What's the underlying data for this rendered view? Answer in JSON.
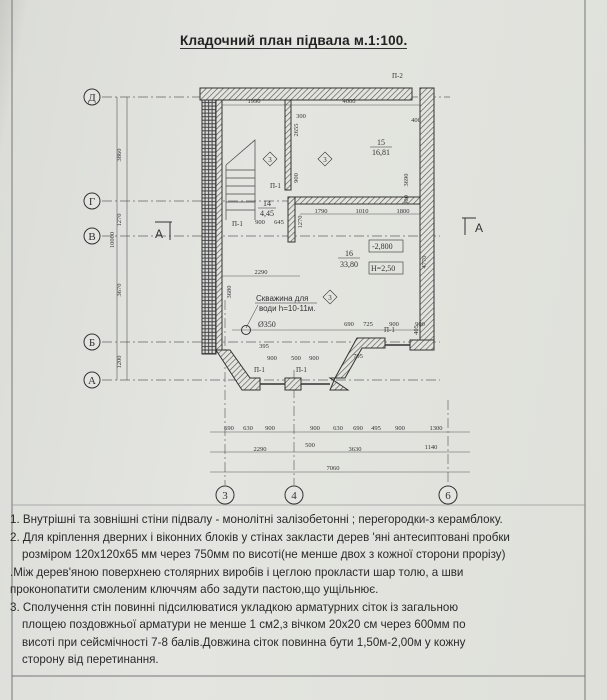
{
  "title": "Кладочний план підвала м.1:100.",
  "axes": {
    "horizontal": [
      "Д",
      "Г",
      "В",
      "Б",
      "А"
    ],
    "vertical": [
      "3",
      "4",
      "6"
    ]
  },
  "section": {
    "label_left": "А",
    "label_right": "А"
  },
  "rooms": [
    {
      "number": "14",
      "area": "4,45"
    },
    {
      "number": "15",
      "area": "16,81"
    },
    {
      "number": "16",
      "area": "33,80"
    }
  ],
  "level_mark": "-2,800",
  "height_mark": "H=2,50",
  "marker": "3",
  "lintels": {
    "p1": "П-1",
    "p2": "П-2"
  },
  "well": {
    "line1": "Скважина для",
    "line2": "води h=10-11м.",
    "diameter": "Ø350"
  },
  "dims": {
    "top": [
      "1990",
      "4000",
      "400",
      "300",
      "1790",
      "1010",
      "1800",
      "900",
      "645"
    ],
    "left": [
      "3860",
      "1270",
      "3670",
      "1200",
      "10000"
    ],
    "inner_v": [
      "2655",
      "900",
      "1270",
      "3680",
      "4770",
      "3690",
      "300",
      "405"
    ],
    "inner_h": [
      "2290",
      "690",
      "725",
      "900",
      "900",
      "395",
      "900",
      "500",
      "900",
      "795"
    ],
    "bottom_row1": [
      "690",
      "630",
      "900",
      "900",
      "630",
      "690",
      "495",
      "900",
      "1300"
    ],
    "bottom_row2": [
      "2290",
      "500",
      "3630",
      "1140"
    ],
    "total": "7060"
  },
  "notes": [
    "1. Внутрішні та зовнішні стіни підвалу  - монолітні залізобетонні ; перегородки-з керамблоку.",
    "2. Для кріплення дверних і віконних блоків у стінах закласти дерев 'яні антесиптовані пробки",
    "розміром 120х120х65 мм через 750мм по висоті(не менше двох з кожної сторони прорізу)",
    ".Між дерев'яною поверхнею столярних виробів і цеглою прокласти шар толю, а шви",
    "проконопатити смоленим ключчям або задути пастою,що ущільнює.",
    "3. Сполучення стін повинні підсилюватися укладкою арматурних сіток із загальною",
    "площею поздовжньої арматури не менше 1 см2,з вічком 20х20 см через 600мм по",
    "висоті при сейсмічності 7-8 балів.Довжина сіток повинна бути 1,50м-2,00м у кожну",
    "сторону від перетинання."
  ]
}
